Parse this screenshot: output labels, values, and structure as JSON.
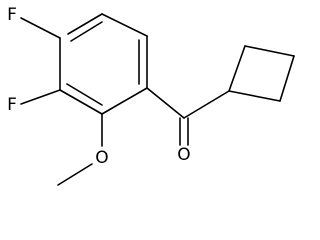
{
  "molecule": {
    "atoms": {
      "f_upper": "F",
      "f_lower": "F",
      "o_methoxy": "O",
      "o_carbonyl": "O"
    }
  }
}
